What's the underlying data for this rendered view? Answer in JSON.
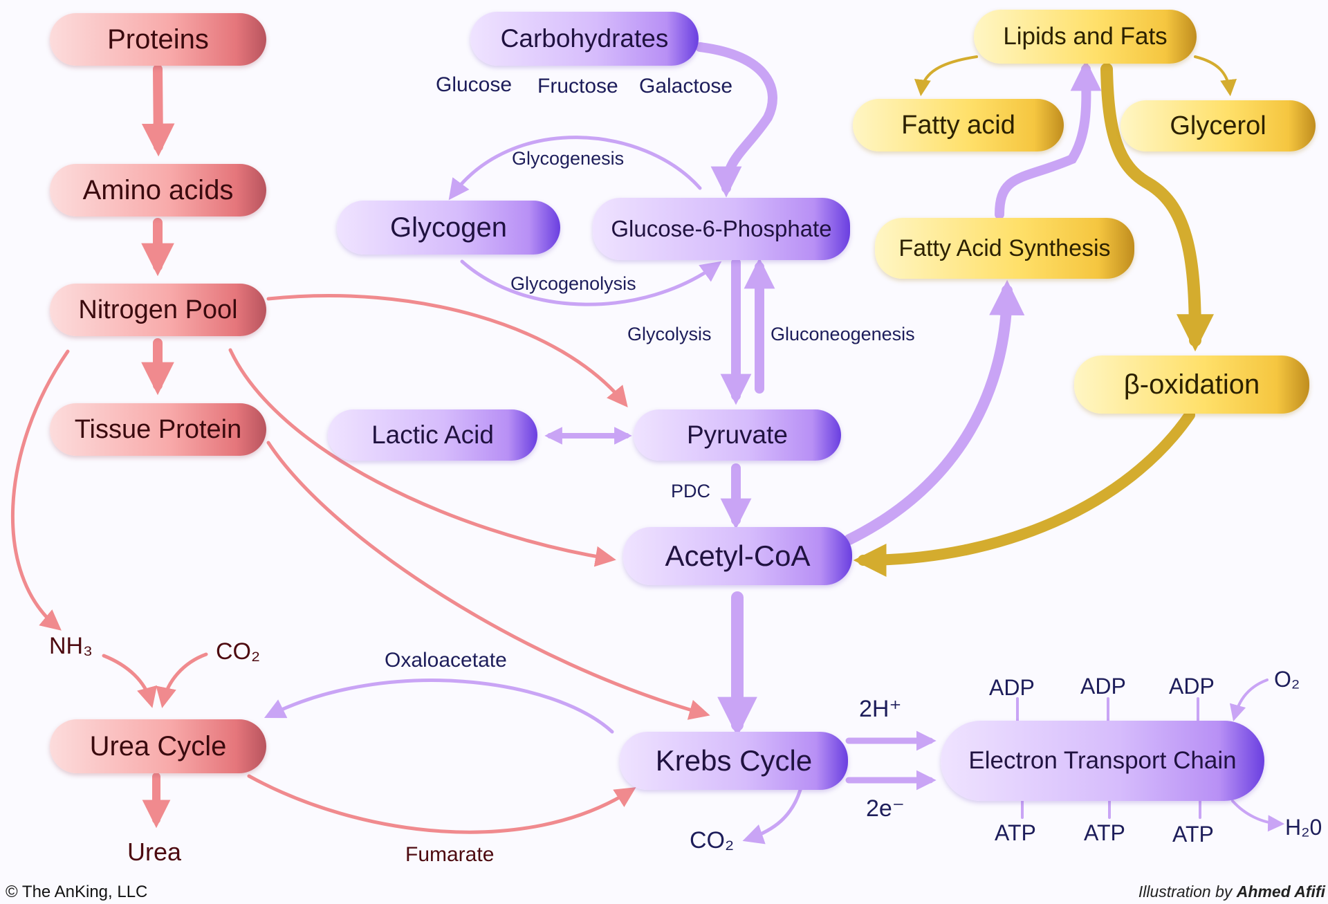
{
  "nodes": {
    "proteins": "Proteins",
    "amino_acids": "Amino acids",
    "nitrogen_pool": "Nitrogen Pool",
    "tissue_protein": "Tissue Protein",
    "urea_cycle": "Urea Cycle",
    "carbohydrates": "Carbohydrates",
    "glycogen": "Glycogen",
    "glucose_6_phosphate": "Glucose-6-Phosphate",
    "lactic_acid": "Lactic Acid",
    "pyruvate": "Pyruvate",
    "acetyl_coa": "Acetyl-CoA",
    "krebs_cycle": "Krebs Cycle",
    "electron_transport_chain": "Electron Transport Chain",
    "lipids_and_fats": "Lipids and Fats",
    "fatty_acid": "Fatty acid",
    "glycerol": "Glycerol",
    "fatty_acid_synthesis": "Fatty Acid Synthesis",
    "beta_oxidation": "β-oxidation"
  },
  "labels": {
    "glucose": "Glucose",
    "fructose": "Fructose",
    "galactose": "Galactose",
    "glycogenesis": "Glycogenesis",
    "glycogenolysis": "Glycogenolysis",
    "glycolysis": "Glycolysis",
    "gluconeogenesis": "Gluconeogenesis",
    "pdc": "PDC",
    "oxaloacetate": "Oxaloacetate",
    "fumarate": "Fumarate",
    "nh3": "NH₃",
    "co2_urea": "CO₂",
    "urea": "Urea",
    "co2_krebs": "CO₂",
    "two_h_plus": "2H⁺",
    "two_e_minus": "2e⁻",
    "adp": [
      "ADP",
      "ADP",
      "ADP"
    ],
    "atp": [
      "ATP",
      "ATP",
      "ATP"
    ],
    "o2": "O₂",
    "h2o": "H₂0"
  },
  "footer": {
    "copyright": "© The AnKing, LLC",
    "illustration_prefix": "Illustration by ",
    "illustration_author": "Ahmed Afifi"
  },
  "colors": {
    "protein_pathway": "#f08a8e",
    "carbohydrate_pathway": "#c9a4f5",
    "lipid_pathway": "#d4ac2e",
    "text_navy": "#1d1d5a"
  }
}
